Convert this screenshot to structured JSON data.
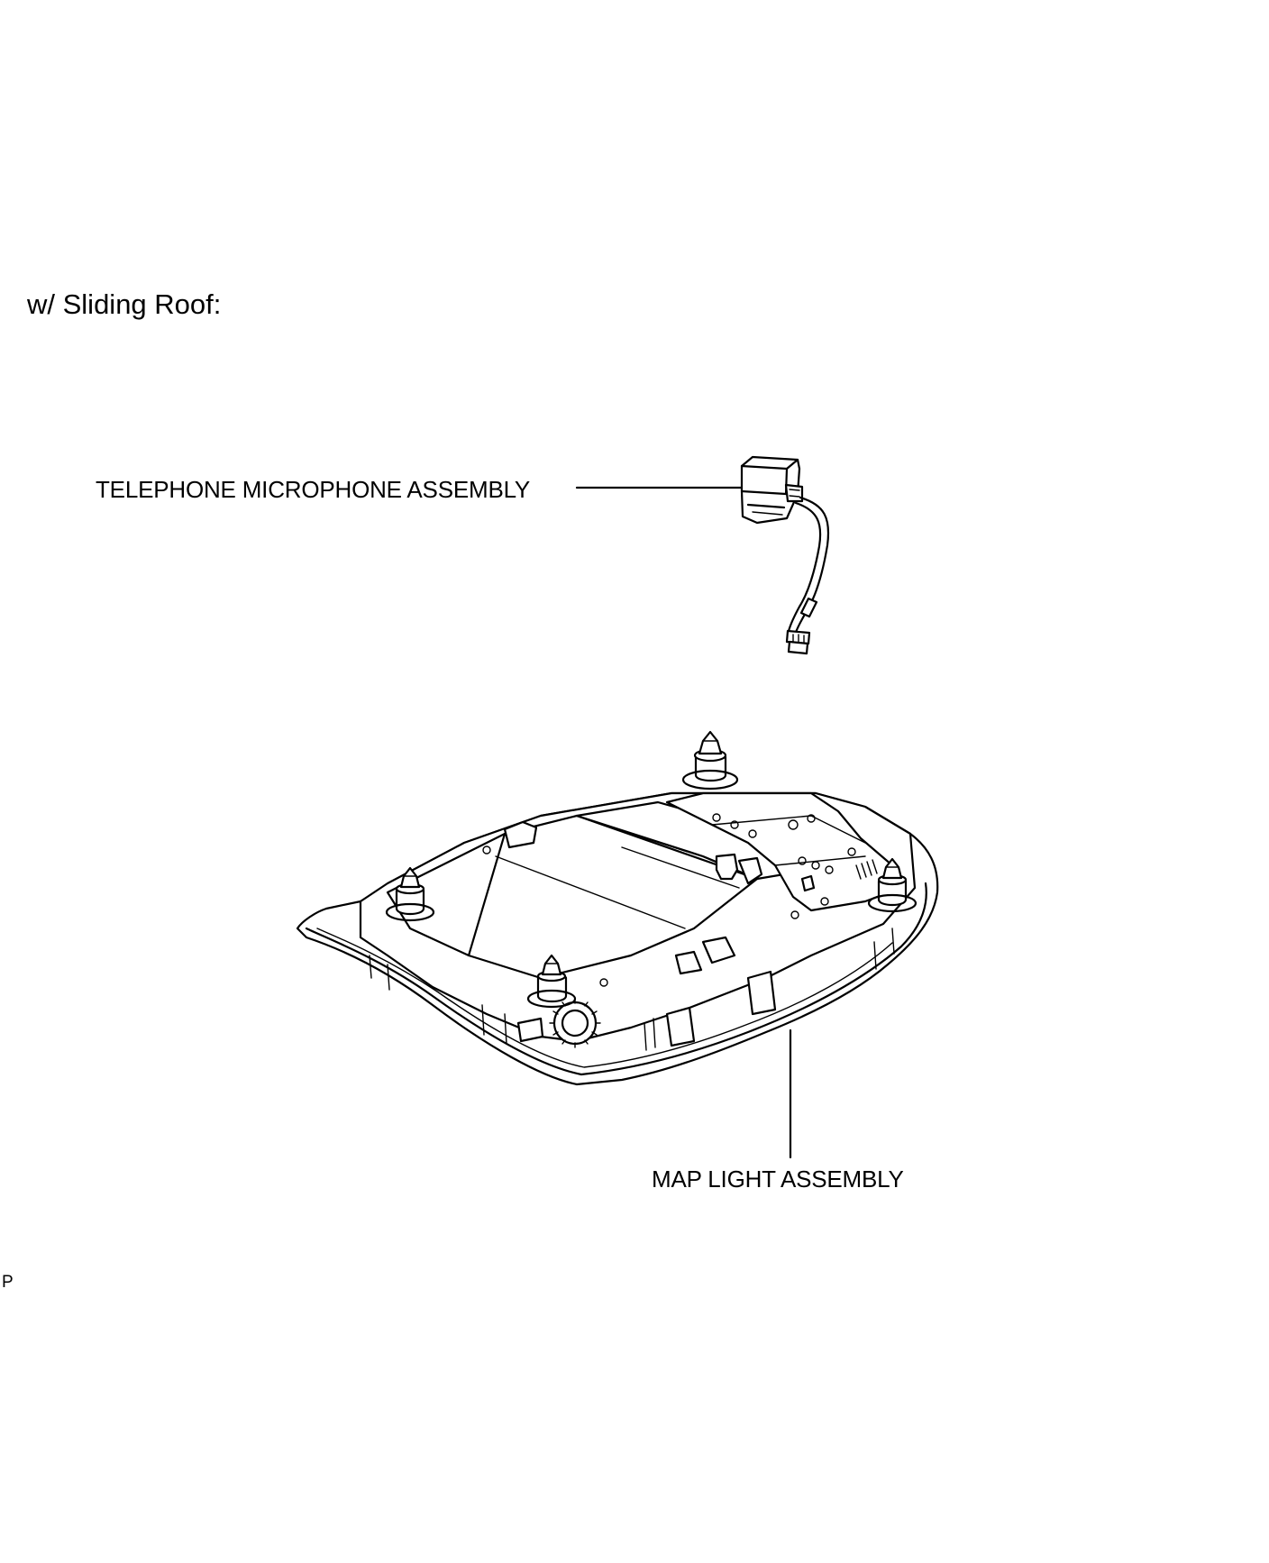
{
  "diagram": {
    "heading": "w/ Sliding Roof:",
    "callouts": {
      "telephone_microphone": "TELEPHONE MICROPHONE ASSEMBLY",
      "map_light": "MAP LIGHT ASSEMBLY"
    },
    "page_mark": "P"
  }
}
